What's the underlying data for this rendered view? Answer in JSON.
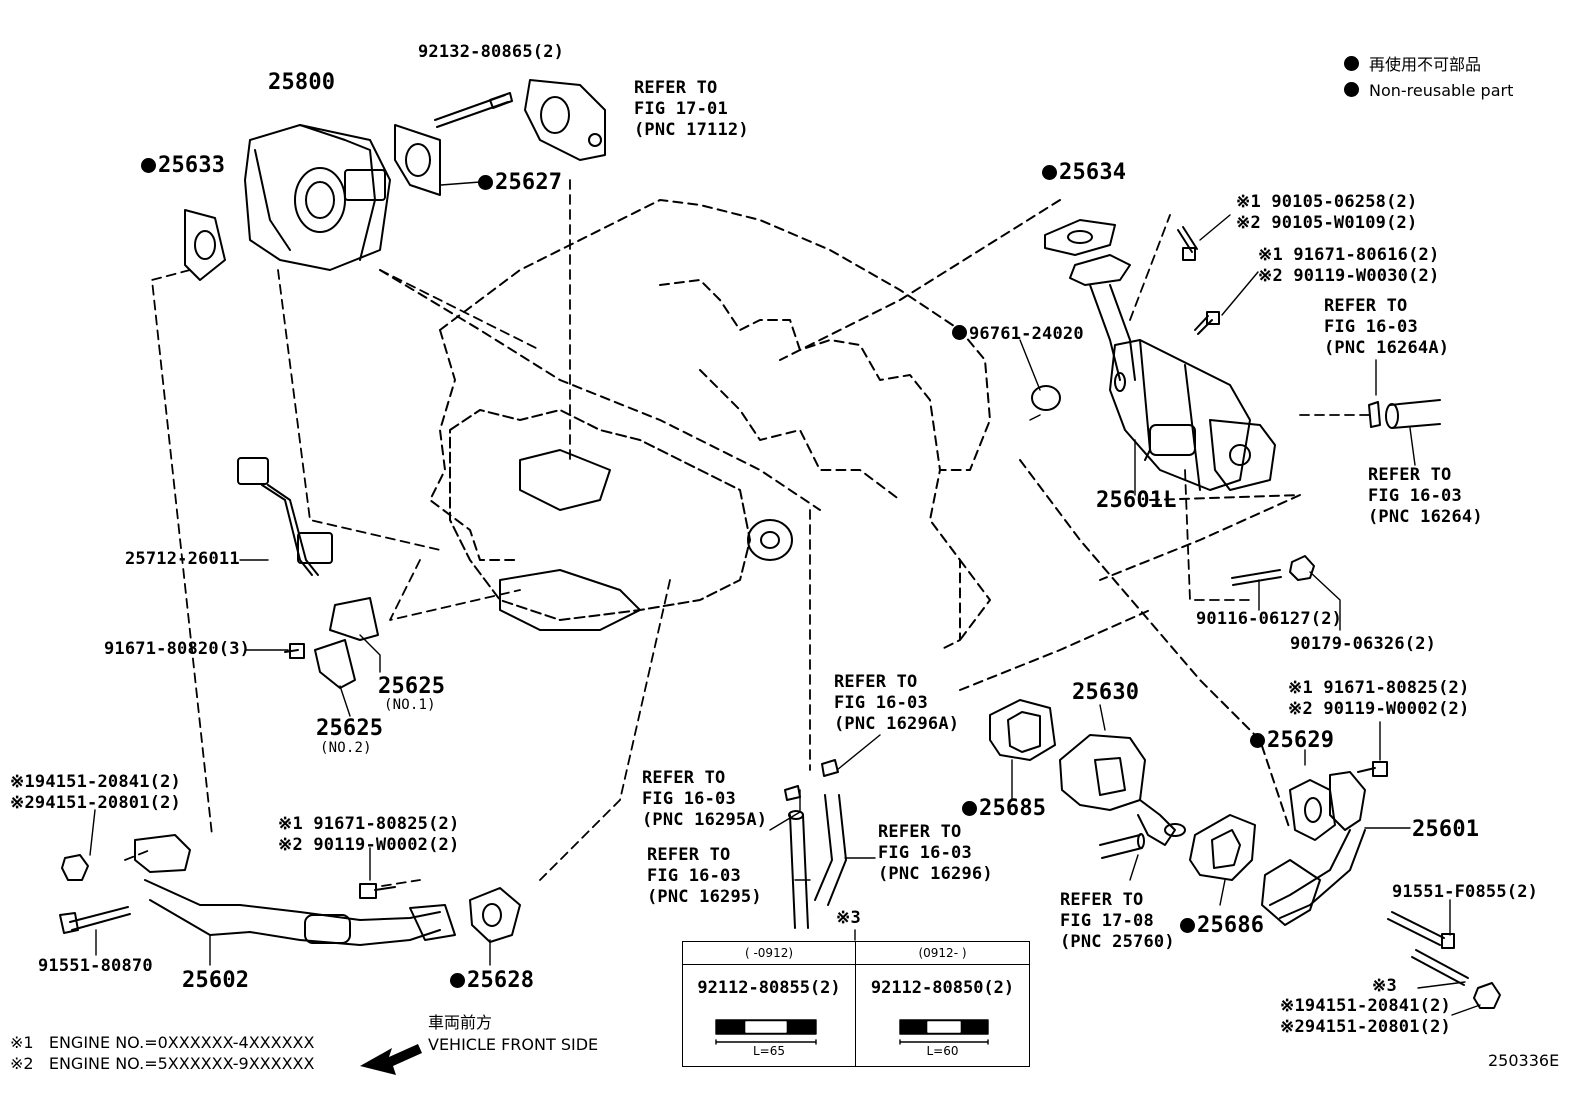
{
  "legend": {
    "ja": "再使用不可部品",
    "en": "Non-reusable part"
  },
  "labels": {
    "p25800": "25800",
    "p92132": "92132-80865(2)",
    "refer17_01": "REFER TO\nFIG 17-01\n(PNC 17112)",
    "p25633": "25633",
    "p25627": "25627",
    "p25634": "25634",
    "p90105": "※1 90105-06258(2)\n※2 90105-W0109(2)",
    "p91671_616": "※1 91671-80616(2)\n※2 90119-W0030(2)",
    "refer16264A": "REFER TO\nFIG 16-03\n(PNC 16264A)",
    "p96761": "96761-24020",
    "p25601L": "25601L",
    "refer16264": "REFER TO\nFIG 16-03\n(PNC 16264)",
    "p25712": "25712-26011",
    "p90116": "90116-06127(2)",
    "p90179": "90179-06326(2)",
    "p91671_820": "91671-80820(3)",
    "p25625_1": "25625",
    "p25625_1n": "(NO.1)",
    "p25625_2": "25625",
    "p25625_2n": "(NO.2)",
    "refer16296A": "REFER TO\nFIG 16-03\n(PNC 16296A)",
    "p25630": "25630",
    "p91671_825_r": "※1 91671-80825(2)\n※2 90119-W0002(2)",
    "p25629": "25629",
    "p94151_l": "※194151-20841(2)\n※294151-20801(2)",
    "refer16295A": "REFER TO\nFIG 16-03\n(PNC 16295A)",
    "p25685": "25685",
    "p25601": "25601",
    "p91671_825_l": "※1 91671-80825(2)\n※2 90119-W0002(2)",
    "refer16296": "REFER TO\nFIG 16-03\n(PNC 16296)",
    "refer16295": "REFER TO\nFIG 16-03\n(PNC 16295)",
    "refer25760": "REFER TO\nFIG 17-08\n(PNC 25760)",
    "p25686": "25686",
    "p91551_f": "91551-F0855(2)",
    "p91551_8": "91551-80870",
    "p25602": "25602",
    "p25628": "25628",
    "note3_top": "※3",
    "note3_r": "※3",
    "p94151_r": "※194151-20841(2)\n※294151-20801(2)",
    "diagram_id": "250336E"
  },
  "table": {
    "col1": {
      "range": "(     -0912)",
      "part": "92112-80855(2)",
      "length": "L=65"
    },
    "col2": {
      "range": "(0912-     )",
      "part": "92112-80850(2)",
      "length": "L=60"
    }
  },
  "footer": {
    "engine1": "※1   ENGINE NO.=0XXXXXX-4XXXXXX",
    "engine2": "※2   ENGINE NO.=5XXXXXX-9XXXXXX",
    "front_ja": "車両前方",
    "front_en": "VEHICLE FRONT SIDE"
  }
}
